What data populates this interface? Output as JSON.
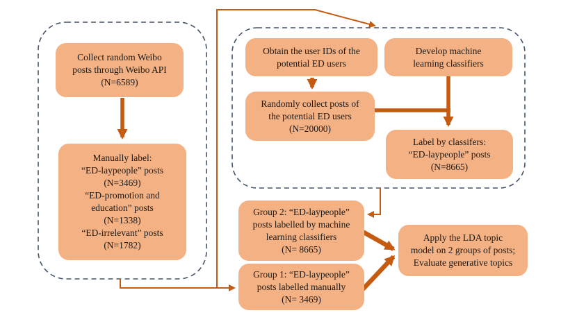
{
  "colors": {
    "box_fill": "#F4B183",
    "arrow": "#C55A11",
    "container_border": "#44546A",
    "text": "#1a1a1a",
    "background": "#ffffff"
  },
  "boxes": {
    "collect": {
      "text": "Collect random Weibo\nposts through Weibo API\n(N=6589)"
    },
    "manual_label": {
      "text": "Manually label:\n“ED-laypeople” posts\n(N=3469)\n“ED-promotion and\neducation” posts\n(N=1338)\n“ED-irrelevant” posts\n(N=1782)"
    },
    "obtain_ids": {
      "text": "Obtain the user IDs of the\npotential ED users"
    },
    "develop_classifiers": {
      "text": "Develop machine\nlearning classifiers"
    },
    "collect_potential": {
      "text": "Randomly collect posts of\nthe potential ED users\n(N=20000)"
    },
    "label_by_classifiers": {
      "text": "Label by classifers:\n“ED-laypeople” posts\n(N=8665)"
    },
    "group2": {
      "text": "Group 2: “ED-laypeople”\nposts labelled by machine\nlearning classifiers\n(N= 8665)"
    },
    "group1": {
      "text": "Group 1: “ED-laypeople”\nposts labelled manually\n(N= 3469)"
    },
    "lda": {
      "text": "Apply the LDA topic\nmodel on 2 groups of posts;\nEvaluate generative topics"
    }
  }
}
